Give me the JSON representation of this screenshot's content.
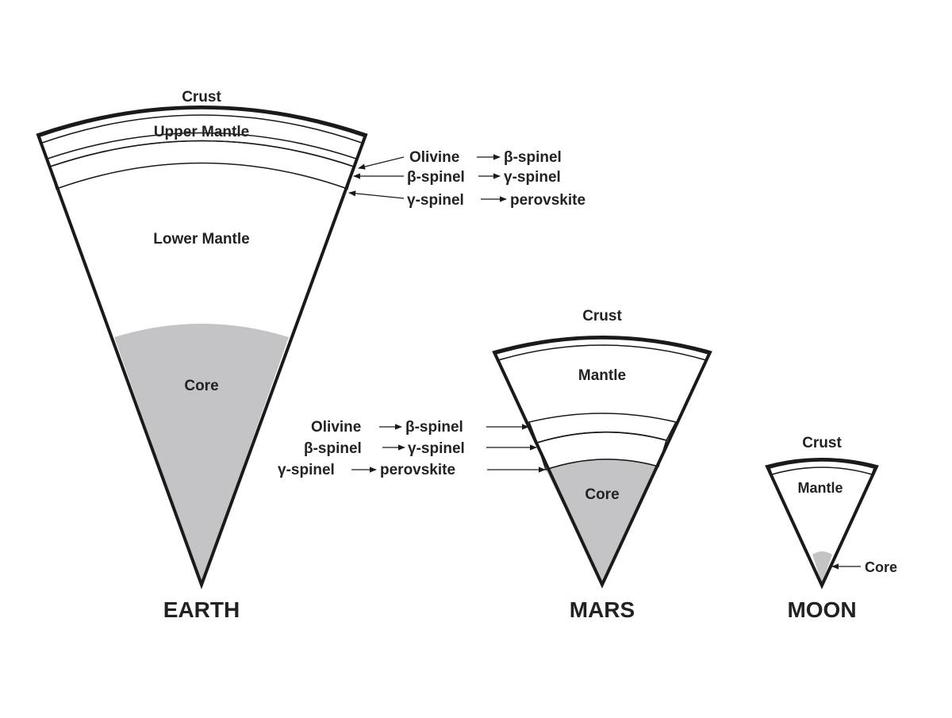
{
  "colors": {
    "core_fill": "#c4c4c6",
    "line": "#1a1a1a",
    "background": "#ffffff",
    "text": "#222222"
  },
  "earth": {
    "title": "EARTH",
    "crust": "Crust",
    "upper_mantle": "Upper Mantle",
    "lower_mantle": "Lower Mantle",
    "core": "Core",
    "transitions": [
      {
        "from": "Olivine",
        "to": "β-spinel"
      },
      {
        "from": "β-spinel",
        "to": "γ-spinel"
      },
      {
        "from": "γ-spinel",
        "to": "perovskite"
      }
    ]
  },
  "mars": {
    "title": "MARS",
    "crust": "Crust",
    "mantle": "Mantle",
    "core": "Core",
    "transitions": [
      {
        "from": "Olivine",
        "to": "β-spinel"
      },
      {
        "from": "β-spinel",
        "to": "γ-spinel"
      },
      {
        "from": "γ-spinel",
        "to": "perovskite"
      }
    ]
  },
  "moon": {
    "title": "MOON",
    "crust": "Crust",
    "mantle": "Mantle",
    "core": "Core"
  }
}
